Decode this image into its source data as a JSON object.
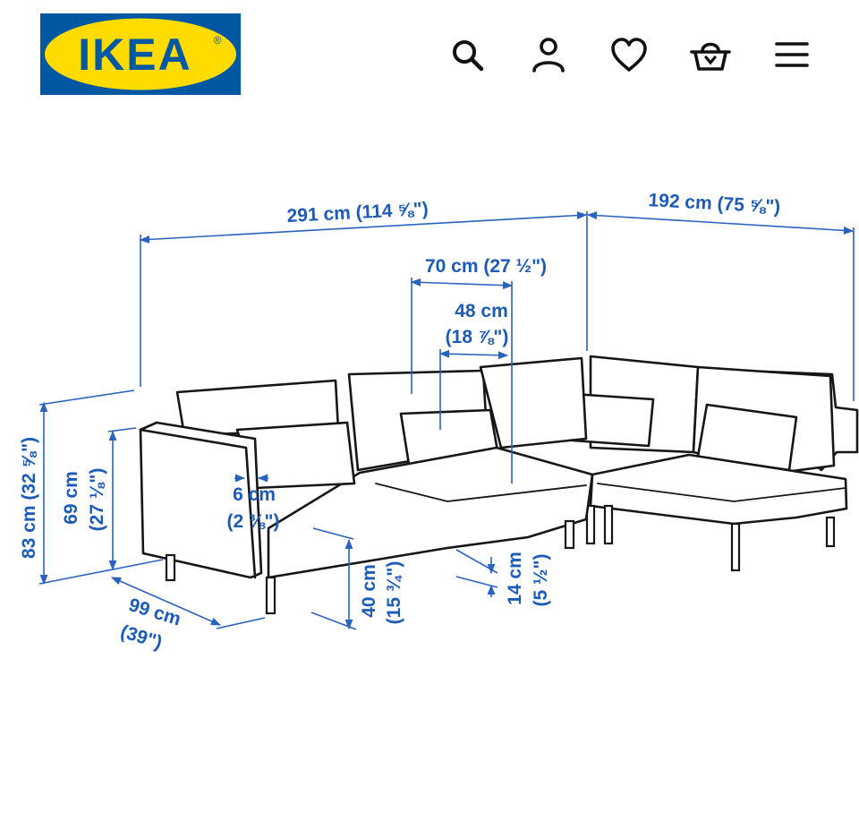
{
  "header": {
    "logo_text": "IKEA",
    "logo_registered": "®",
    "brand_colors": {
      "blue": "#0058a3",
      "yellow": "#ffdb00"
    },
    "icons": [
      "search-icon",
      "user-icon",
      "heart-icon",
      "basket-icon",
      "menu-icon"
    ]
  },
  "diagram": {
    "dimension_color": "#1d5bb8",
    "labels": {
      "width_total": "291 cm (114 ⅝\")",
      "depth_chaise": "192 cm (75 ⅝\")",
      "seat_width_cm": "70 cm (27 ½\")",
      "seat_depth_cm": "48 cm",
      "seat_depth_in": "(18 ⅞\")",
      "arm_width_cm": "6 cm",
      "arm_width_in": "(2 ⅜\")",
      "height_total": "83 cm (32 ⅝\")",
      "arm_height_cm": "69 cm",
      "arm_height_in": "(27 ⅛\")",
      "depth_cm": "99 cm",
      "depth_in": "(39\")",
      "seat_height_cm": "40 cm",
      "seat_height_in": "(15 ¾\")",
      "leg_height_cm": "14 cm",
      "leg_height_in": "(5 ½\")"
    }
  }
}
